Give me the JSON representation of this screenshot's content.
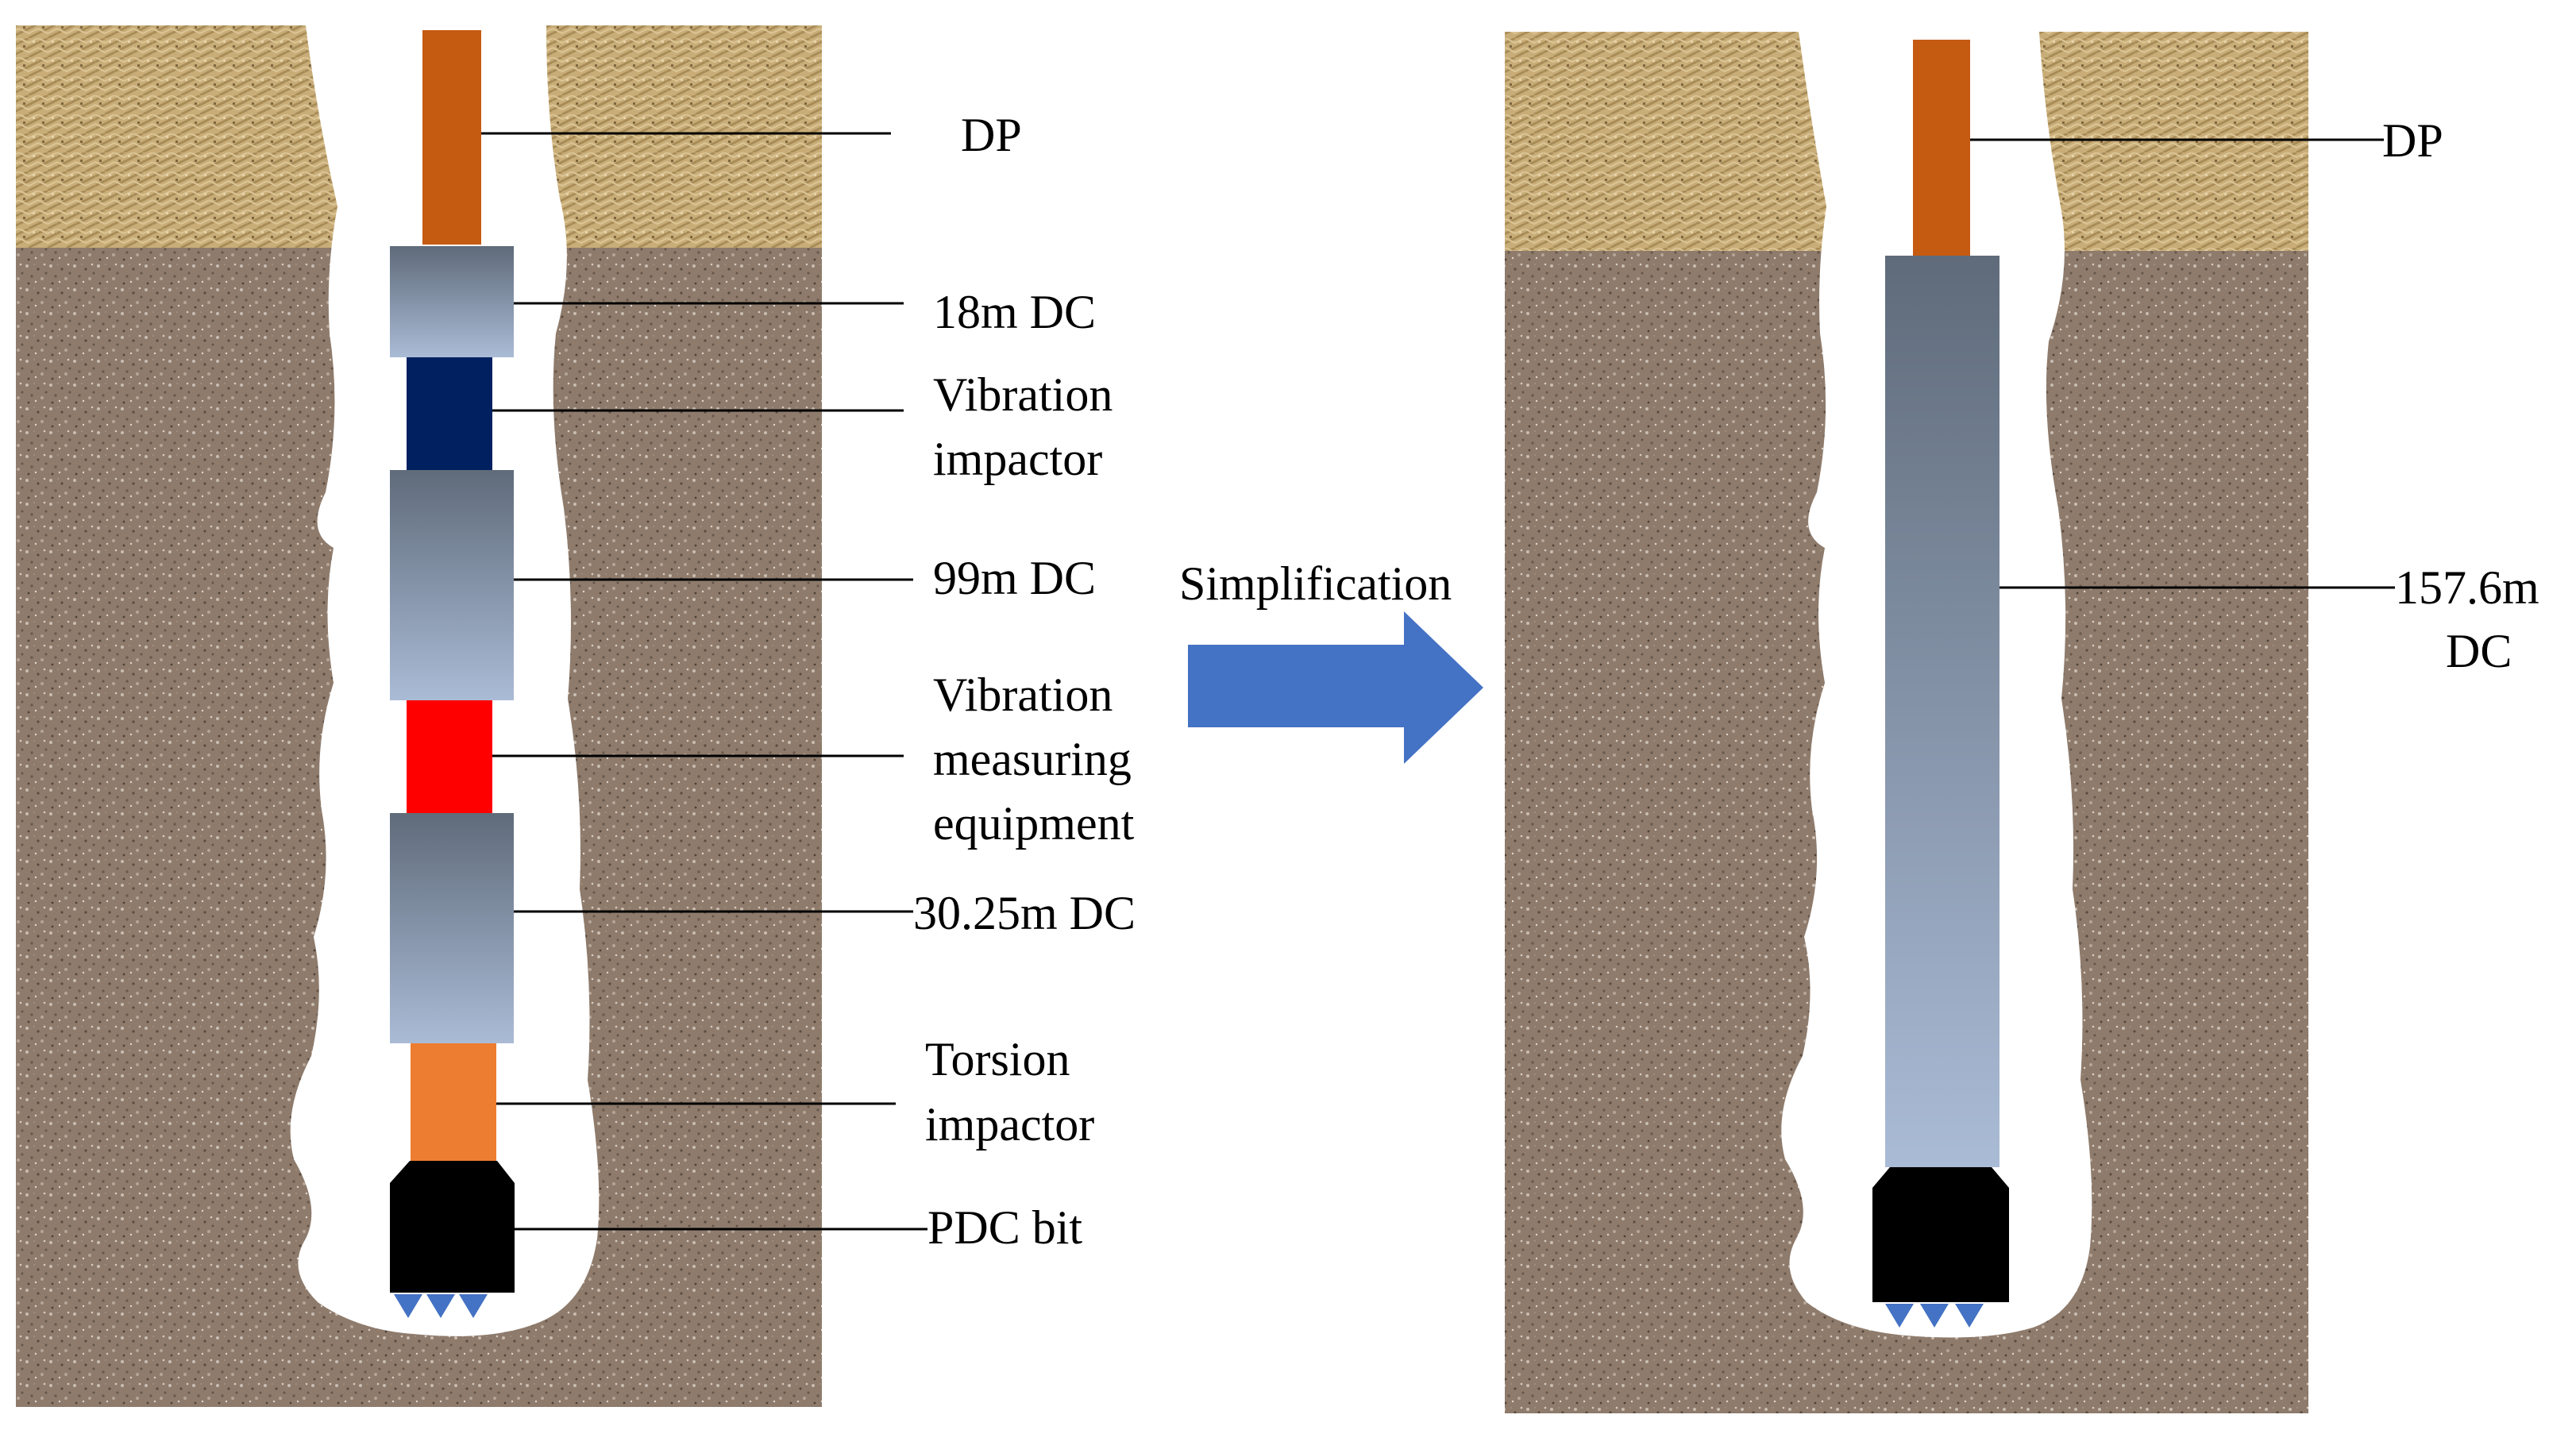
{
  "left_labels": {
    "dp": "DP",
    "dc_18m": "18m DC",
    "vibration_impactor": [
      "Vibration",
      "impactor"
    ],
    "dc_99m": "99m DC",
    "vibration_measuring": [
      "Vibration",
      "measuring",
      "equipment"
    ],
    "dc_30_25m": "30.25m DC",
    "torsion_impactor": [
      "Torsion",
      "impactor"
    ],
    "pdc_bit": "PDC bit"
  },
  "arrow_label": "Simplification",
  "right_labels": {
    "dp": "DP",
    "dc_157_6m": [
      "157.6m",
      "DC"
    ]
  },
  "colors": {
    "topsoil": "#c9ad78",
    "rock": "#8e7b6c",
    "dp": "#c55a11",
    "vibration_impactor": "#002060",
    "vibration_measuring": "#ff0000",
    "torsion_impactor": "#ed7d31",
    "pdc_bit": "#000000",
    "cutter": "#4472c4",
    "arrow": "#4472c4",
    "dc_gradient_top": "#5f6b7a",
    "dc_gradient_bottom": "#aabbd6"
  }
}
